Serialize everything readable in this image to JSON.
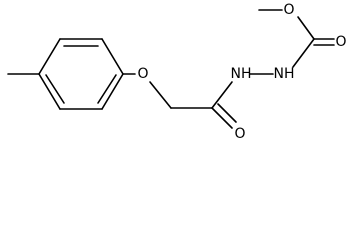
{
  "molecule": {
    "atoms": [
      {
        "symbol": "O"
      },
      {
        "symbol": "O"
      },
      {
        "symbol": "NH"
      },
      {
        "symbol": "NH"
      },
      {
        "symbol": "O"
      },
      {
        "symbol": "O"
      }
    ]
  }
}
